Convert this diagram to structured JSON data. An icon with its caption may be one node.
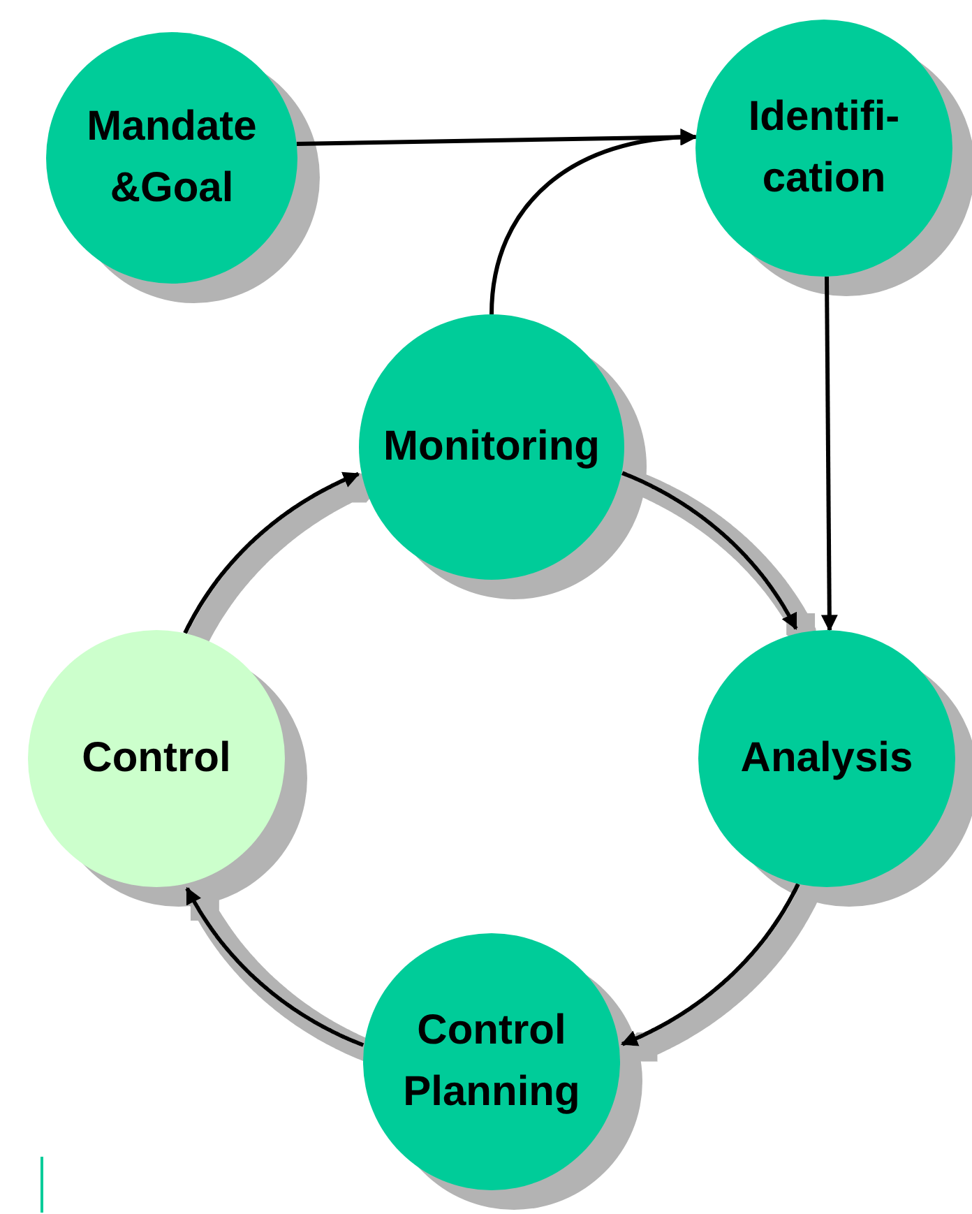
{
  "diagram": {
    "nodes": [
      {
        "text": [
          "Mandate &Goal"
        ]
      },
      {
        "text": [
          "Identifi- cation"
        ]
      },
      {
        "text": [
          "Monitoring"
        ]
      },
      {
        "text": [
          "Analysis"
        ]
      },
      {
        "text": [
          "Control Planning"
        ]
      },
      {
        "text": [
          "Control"
        ]
      }
    ],
    "edges": [
      {
        "from": 0,
        "to": 1,
        "arrow": "to"
      },
      {
        "from": 2,
        "to": 1,
        "arrow": "to"
      },
      {
        "from": 1,
        "to": 3,
        "arrow": "to"
      },
      {
        "from": 2,
        "to": 3,
        "arrow": "to"
      },
      {
        "from": 3,
        "to": 4,
        "arrow": "to"
      },
      {
        "from": 4,
        "to": 5,
        "arrow": "to"
      },
      {
        "from": 5,
        "to": 2,
        "arrow": "to"
      }
    ]
  }
}
